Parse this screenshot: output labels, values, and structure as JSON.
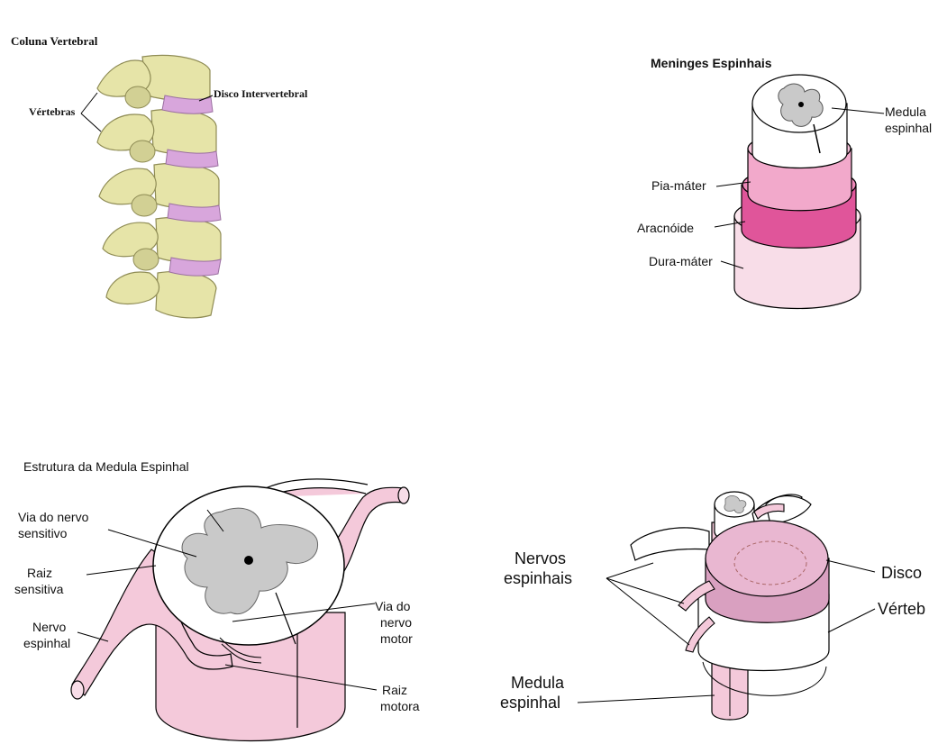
{
  "panels": {
    "vertebral": {
      "title": "Coluna Vertebral",
      "label_vertebrae": "Vértebras",
      "label_disc": "Disco Intervertebral"
    },
    "meninges": {
      "title": "Meninges Espinhais",
      "label_cord_1": "Medula",
      "label_cord_2": "espinhal",
      "label_pia": "Pia-máter",
      "label_arachnoid": "Aracnóide",
      "label_dura": "Dura-máter"
    },
    "structure": {
      "title": "Estrutura da Medula Espinhal",
      "sensory_path_1": "Via do nervo",
      "sensory_path_2": "sensitivo",
      "sensory_root_1": "Raiz",
      "sensory_root_2": "sensitiva",
      "spinal_nerve_1": "Nervo",
      "spinal_nerve_2": "espinhal",
      "motor_path_1": "Via do",
      "motor_path_2": "nervo",
      "motor_path_3": "motor",
      "motor_root_1": "Raiz",
      "motor_root_2": "motora"
    },
    "disc": {
      "nerves_1": "Nervos",
      "nerves_2": "espinhais",
      "disc_label": "Disco",
      "vertebra_label": "Vérteb",
      "cord_1": "Medula",
      "cord_2": "espinhal"
    }
  },
  "colors": {
    "bone": "#e6e4a8",
    "bone_shade": "#b9b676",
    "disc": "#d8a6dc",
    "pink_light": "#f5d3e2",
    "pink_mid": "#ee9fc4",
    "pink_dark": "#e0559a",
    "gray_matter": "#c9c9c9",
    "nerve_pink": "#f4c9da"
  }
}
